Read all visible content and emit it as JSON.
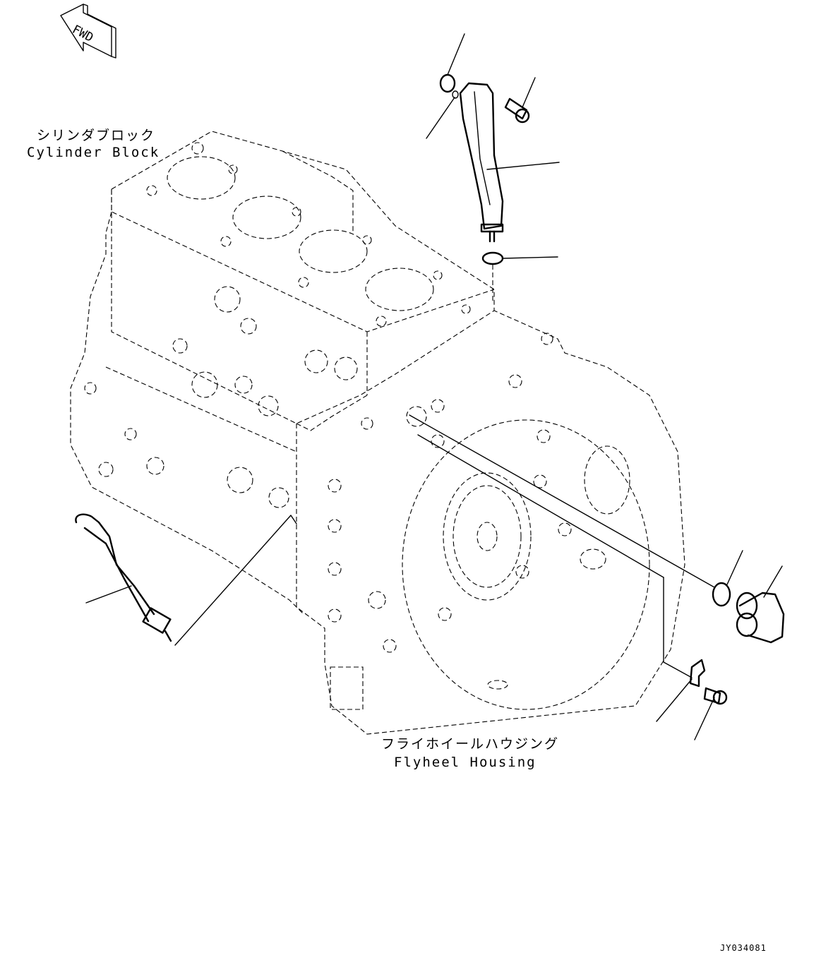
{
  "fwd_arrow": {
    "label": "FWD",
    "icon": "fwd-arrow-icon"
  },
  "labels": {
    "cylinder_block_ja": "シリンダブロック",
    "cylinder_block_en": "Cylinder Block",
    "flywheel_housing_ja": "フライホイールハウジング",
    "flywheel_housing_en": "Flyheel Housing"
  },
  "drawing_code": "JY034081"
}
